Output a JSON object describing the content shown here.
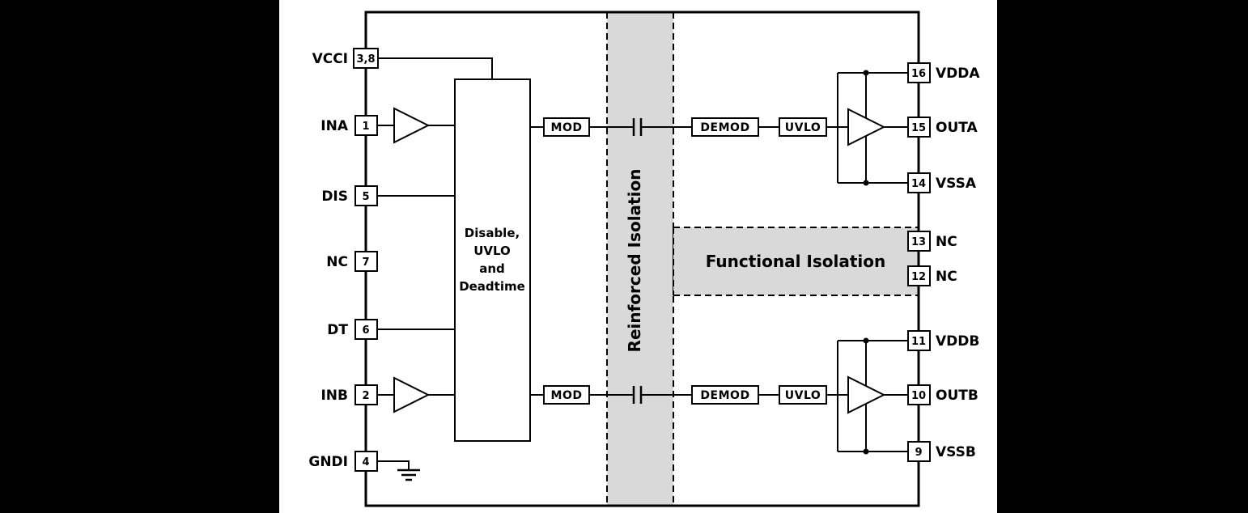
{
  "colors": {
    "background": "#ffffff",
    "letterbox": "#000000",
    "ink": "#000000",
    "band": "#d9d9d9"
  },
  "left_pins": [
    {
      "name": "VCCI",
      "number": "3,8"
    },
    {
      "name": "INA",
      "number": "1"
    },
    {
      "name": "DIS",
      "number": "5"
    },
    {
      "name": "NC",
      "number": "7"
    },
    {
      "name": "DT",
      "number": "6"
    },
    {
      "name": "INB",
      "number": "2"
    },
    {
      "name": "GNDI",
      "number": "4"
    }
  ],
  "right_pins": [
    {
      "number": "16",
      "name": "VDDA"
    },
    {
      "number": "15",
      "name": "OUTA"
    },
    {
      "number": "14",
      "name": "VSSA"
    },
    {
      "number": "13",
      "name": "NC"
    },
    {
      "number": "12",
      "name": "NC"
    },
    {
      "number": "11",
      "name": "VDDB"
    },
    {
      "number": "10",
      "name": "OUTB"
    },
    {
      "number": "9",
      "name": "VSSB"
    }
  ],
  "control_block": {
    "lines": [
      "Disable,",
      "UVLO",
      "and",
      "Deadtime"
    ]
  },
  "channel_a": {
    "mod": "MOD",
    "demod": "DEMOD",
    "uvlo": "UVLO"
  },
  "channel_b": {
    "mod": "MOD",
    "demod": "DEMOD",
    "uvlo": "UVLO"
  },
  "isolation": {
    "reinforced_label": "Reinforced Isolation",
    "functional_label": "Functional Isolation"
  }
}
